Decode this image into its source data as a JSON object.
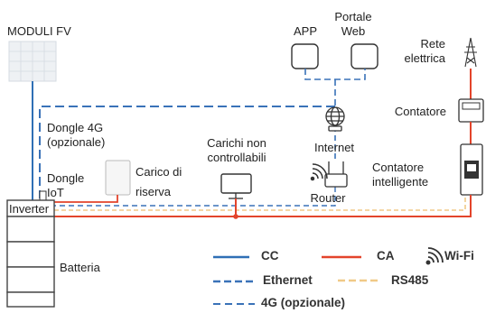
{
  "colors": {
    "dc": "#2f6fb5",
    "ac": "#e3442b",
    "ethernet": "#3a72b8",
    "rs485": "#f0c987",
    "device_stroke": "#333333",
    "panel": "#eef1f4"
  },
  "labels": {
    "pv_modules": "MODULI FV",
    "app": "APP",
    "web_portal_line1": "Portale",
    "web_portal_line2": "Web",
    "grid_line1": "Rete",
    "grid_line2": "elettrica",
    "dongle4g_line1": "Dongle 4G",
    "dongle4g_line2": "(opzionale)",
    "internet": "Internet",
    "meter": "Contatore",
    "loads_line1": "Carichi non",
    "loads_line2": "controllabili",
    "backup_line1": "Carico di",
    "backup_line2": "riserva",
    "dongle_iot_line1": "Dongle",
    "dongle_iot_line2": "IoT",
    "smart_meter_line1": "Contatore",
    "smart_meter_line2": "intelligente",
    "router": "Router",
    "inverter": "Inverter",
    "battery": "Batteria"
  },
  "legend": {
    "dc": "CC",
    "ac": "CA",
    "wifi": "Wi-Fi",
    "ethernet": "Ethernet",
    "rs485": "RS485",
    "4g": "4G (opzionale)"
  }
}
